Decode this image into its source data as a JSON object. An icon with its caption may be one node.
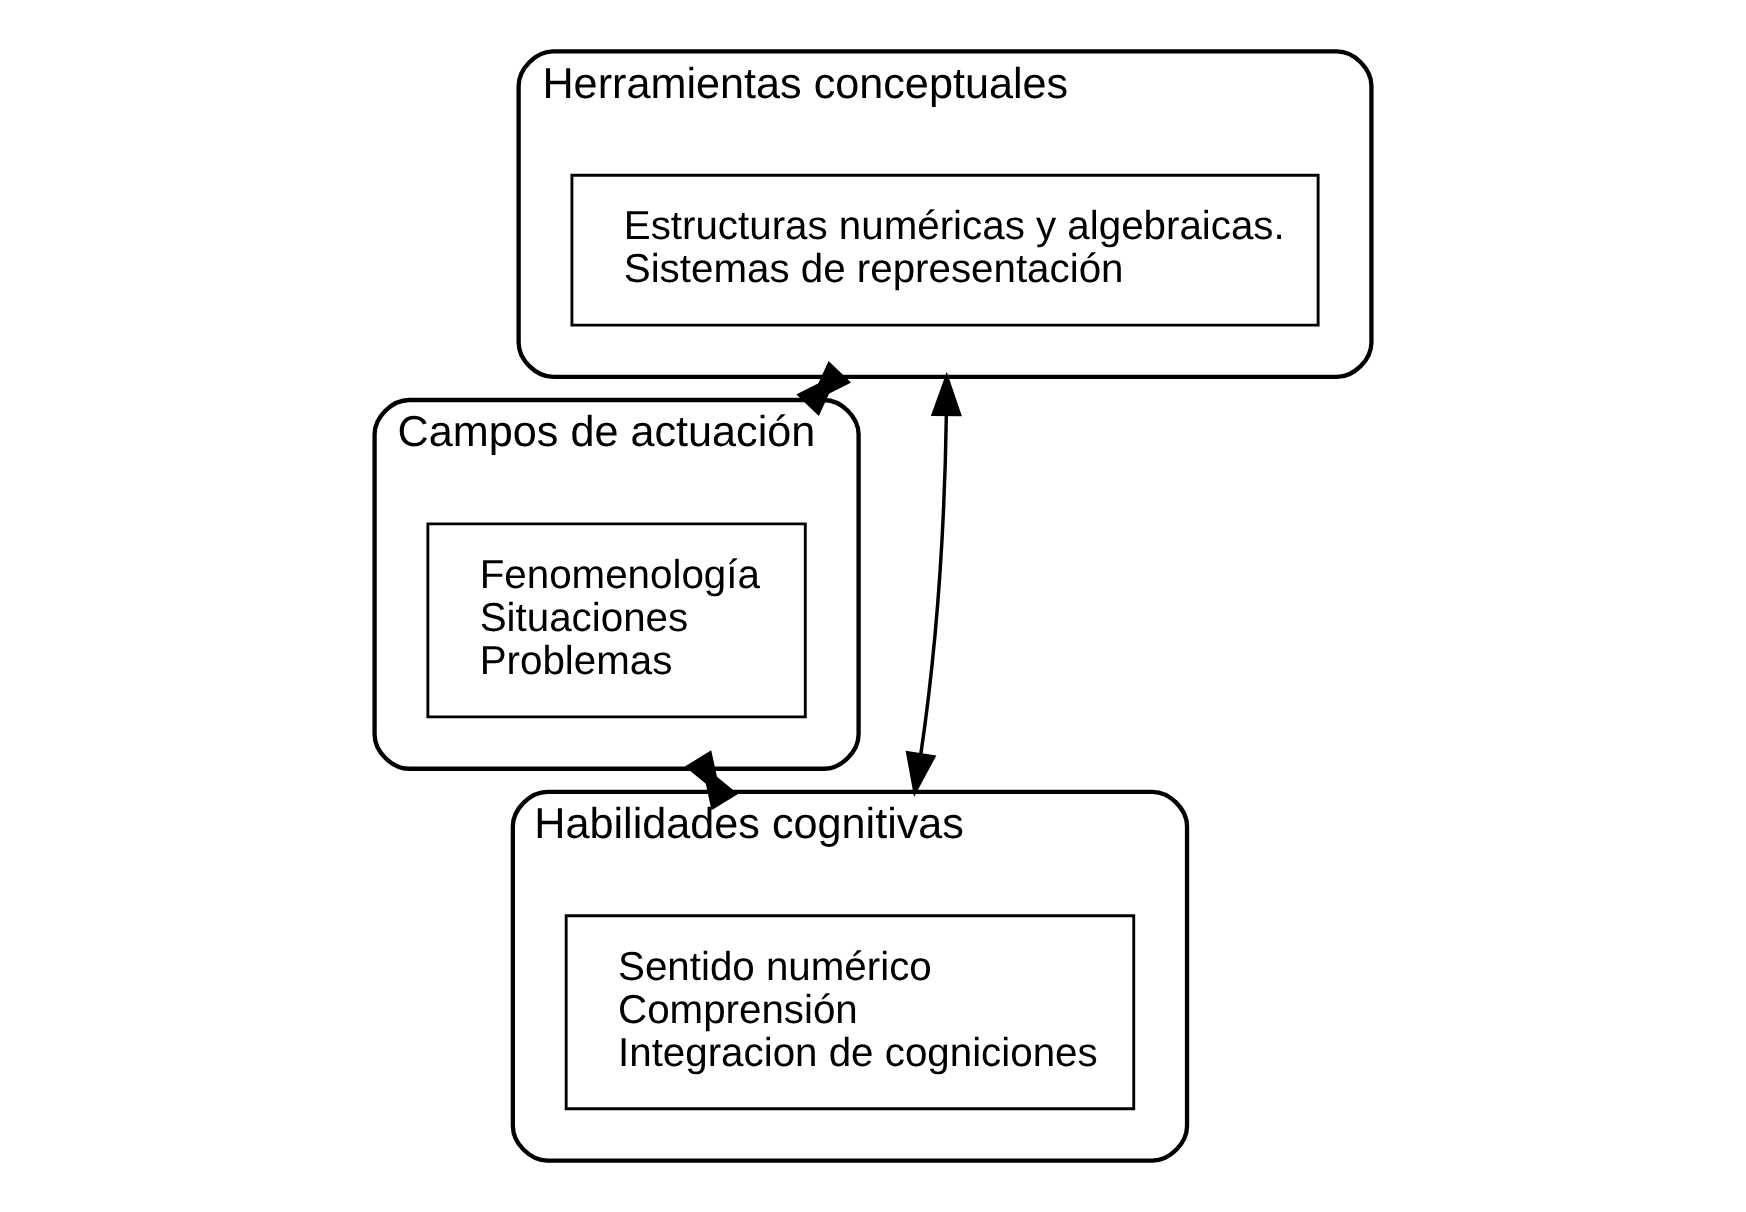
{
  "diagram": {
    "nodes": [
      {
        "text": [
          "Herramientas conceptuales"
        ]
      },
      {
        "text": [
          "Estructuras numéricas y algebraicas.",
          "Sistemas de representación"
        ],
        "in": 0
      },
      {
        "text": [
          "Campos de actuación"
        ]
      },
      {
        "text": [
          "Fenomenología",
          "Situaciones",
          "Problemas"
        ],
        "in": 2
      },
      {
        "text": [
          "Habilidades cognitivas"
        ]
      },
      {
        "text": [
          "Sentido numérico",
          "Comprensión",
          "Integracion de cogniciones"
        ],
        "in": 4
      }
    ],
    "edges": [
      {
        "from": 0,
        "to": 2,
        "arrow": "both"
      },
      {
        "from": 0,
        "to": 4,
        "arrow": "both"
      },
      {
        "from": 2,
        "to": 4,
        "arrow": "both"
      }
    ]
  }
}
